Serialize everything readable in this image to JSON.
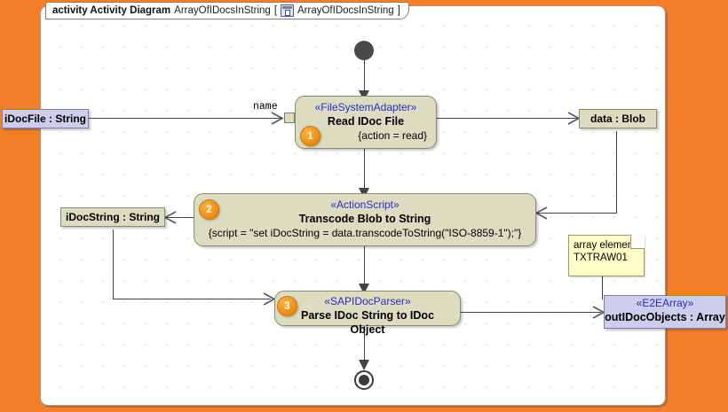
{
  "frame": {
    "title_keyword": "activity Activity Diagram",
    "title_name": "ArrayOfIDocsInString",
    "bracket_open": "[",
    "bracket_close": "]",
    "title_ref": "ArrayOfIDocsInString",
    "icon": "diagram-icon",
    "background_color": "#f47f28",
    "canvas_color": "#ffffff"
  },
  "activities": [
    {
      "badge": "1",
      "stereotype": "«FileSystemAdapter»",
      "name": "Read IDoc File",
      "constraint": "{action = read}",
      "fill": "#dcdcc0"
    },
    {
      "badge": "2",
      "stereotype": "«ActionScript»",
      "name": "Transcode Blob to String",
      "constraint": "{script = \"set iDocString = data.transcodeToString(\"ISO-8859-1\");\"}",
      "fill": "#dcdcc0"
    },
    {
      "badge": "3",
      "stereotype": "«SAPIDocParser»",
      "name": "Parse IDoc String to IDoc Object",
      "constraint": "",
      "fill": "#dcdcc0"
    }
  ],
  "objects": {
    "idocfile": {
      "label": "iDocFile : String",
      "fill": "#cdcdee"
    },
    "data_blob": {
      "label": "data : Blob",
      "fill": "#dcdcc0"
    },
    "idocstring": {
      "label": "iDocString : String",
      "fill": "#dcdcc0"
    },
    "out_objects": {
      "stereotype": "«E2EArray»",
      "label": "outIDocObjects : Array",
      "fill": "#cdcdee"
    }
  },
  "note": {
    "line1": "array element:",
    "line2": "TXTRAW01",
    "fill": "#ffffc8"
  },
  "edge_labels": {
    "name": "name"
  },
  "control_nodes": {
    "initial": "initial-node",
    "final": "activity-final-node"
  }
}
